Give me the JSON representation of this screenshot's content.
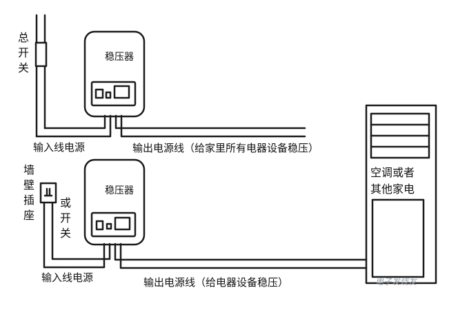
{
  "labels": {
    "main_switch": [
      "总",
      "开",
      "关"
    ],
    "stabilizer_top": "稳压器",
    "stabilizer_bottom": "稳压器",
    "input_line_top": "输入线电源",
    "output_line_top": "输出电源线（给家里所有电器设备稳压）",
    "wall_socket": [
      "墙",
      "壁",
      "插",
      "座"
    ],
    "or_switch": [
      "或",
      "开",
      "关"
    ],
    "appliance_line1": "空调或者",
    "appliance_line2": "其他家电",
    "input_line_bottom": "输入线电源",
    "output_line_bottom": "输出电源线（给电器设备稳压）",
    "watermark": "电子发烧友"
  }
}
